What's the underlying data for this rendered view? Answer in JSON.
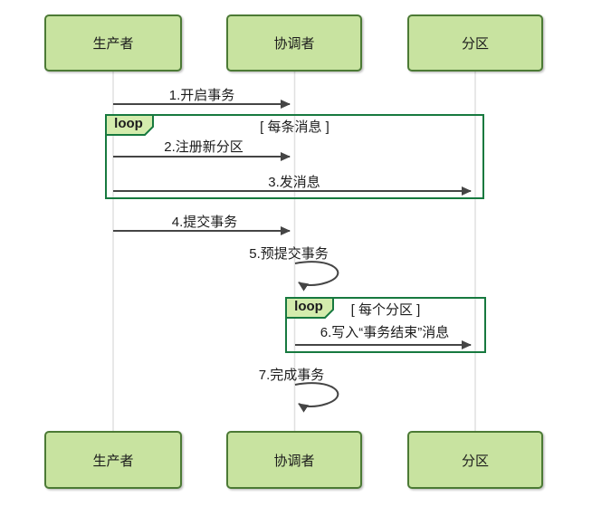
{
  "colors": {
    "actor_fill": "#c8e3a0",
    "actor_border": "#4c7a35",
    "frame_border": "#17793f",
    "tab_fill": "#d4ecad",
    "arrow": "#454545",
    "lifeline": "#e0e0e0",
    "text": "#1c1c1c",
    "bg": "#ffffff"
  },
  "actors": [
    {
      "id": "producer",
      "label": "生产者"
    },
    {
      "id": "coordinator",
      "label": "协调者"
    },
    {
      "id": "partition",
      "label": "分区"
    }
  ],
  "loops": [
    {
      "keyword": "loop",
      "condition": "[ 每条消息 ]"
    },
    {
      "keyword": "loop",
      "condition": "[ 每个分区 ]"
    }
  ],
  "messages": [
    {
      "seq": 1,
      "label": "1.开启事务",
      "from": "producer",
      "to": "coordinator",
      "type": "arrow"
    },
    {
      "seq": 2,
      "label": "2.注册新分区",
      "from": "producer",
      "to": "coordinator",
      "type": "arrow"
    },
    {
      "seq": 3,
      "label": "3.发消息",
      "from": "producer",
      "to": "partition",
      "type": "arrow"
    },
    {
      "seq": 4,
      "label": "4.提交事务",
      "from": "producer",
      "to": "coordinator",
      "type": "arrow"
    },
    {
      "seq": 5,
      "label": "5.预提交事务",
      "from": "coordinator",
      "to": "coordinator",
      "type": "self"
    },
    {
      "seq": 6,
      "label": "6.写入“事务结束”消息",
      "from": "coordinator",
      "to": "partition",
      "type": "arrow"
    },
    {
      "seq": 7,
      "label": "7.完成事务",
      "from": "coordinator",
      "to": "coordinator",
      "type": "self"
    }
  ]
}
